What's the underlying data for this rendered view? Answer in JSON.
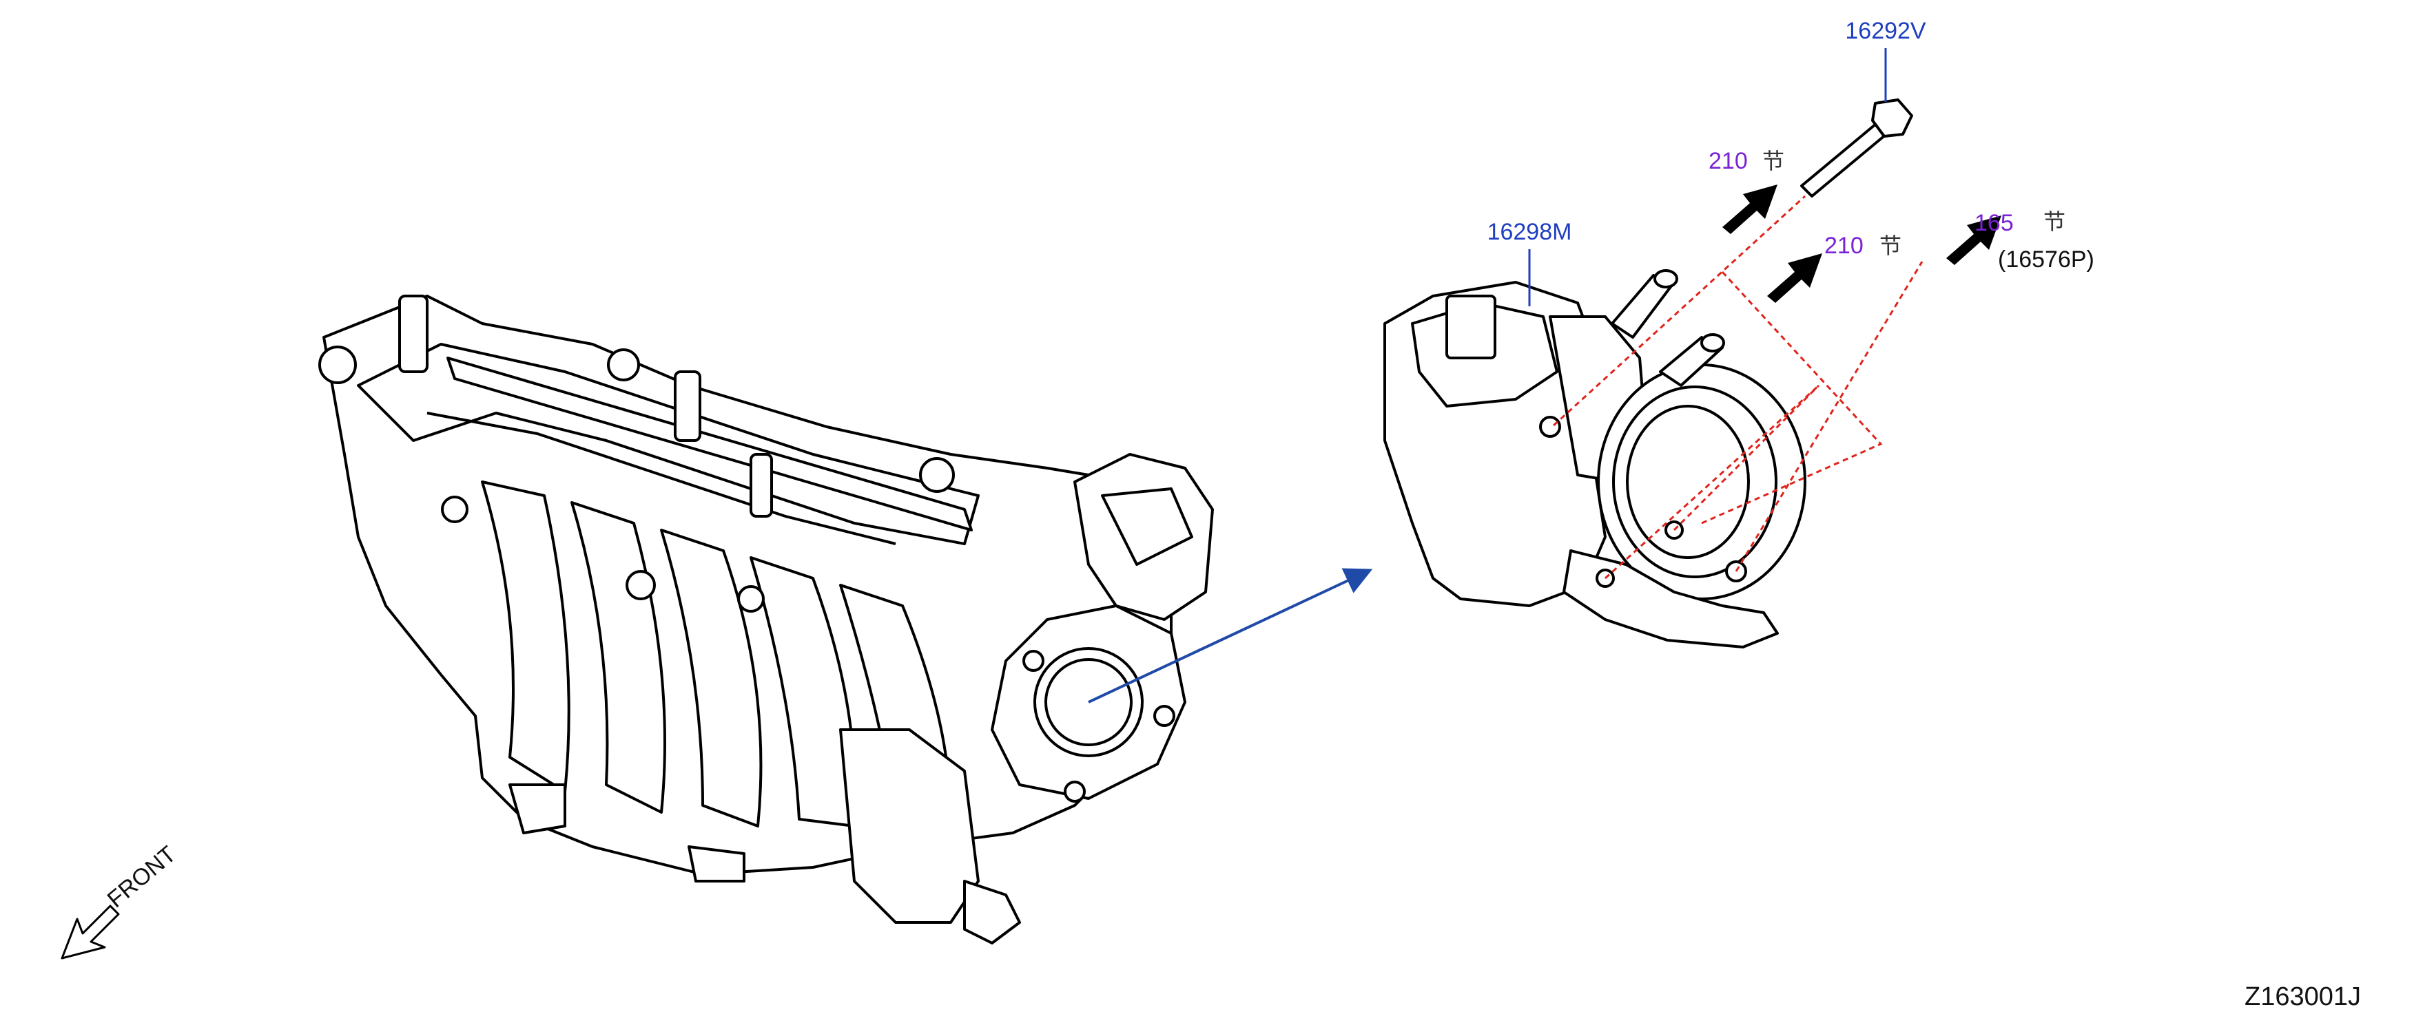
{
  "labels": {
    "bolt_part": "16292V",
    "throttle_body_part": "16298M",
    "torque_upper": "210",
    "torque_middle": "210",
    "torque_right": "165",
    "torque_symbol": "节",
    "ref_part": "(16576P)",
    "front": "FRONT",
    "diagram_id": "Z163001J"
  },
  "colors": {
    "part_label": "#1f3fbf",
    "torque_label": "#7a22d6",
    "dashed_line": "#e0241c",
    "leader_arrow": "#1f4aa8",
    "line_art": "#000000"
  },
  "icons": [
    "front-arrow-icon",
    "torque-arrow-icon"
  ]
}
